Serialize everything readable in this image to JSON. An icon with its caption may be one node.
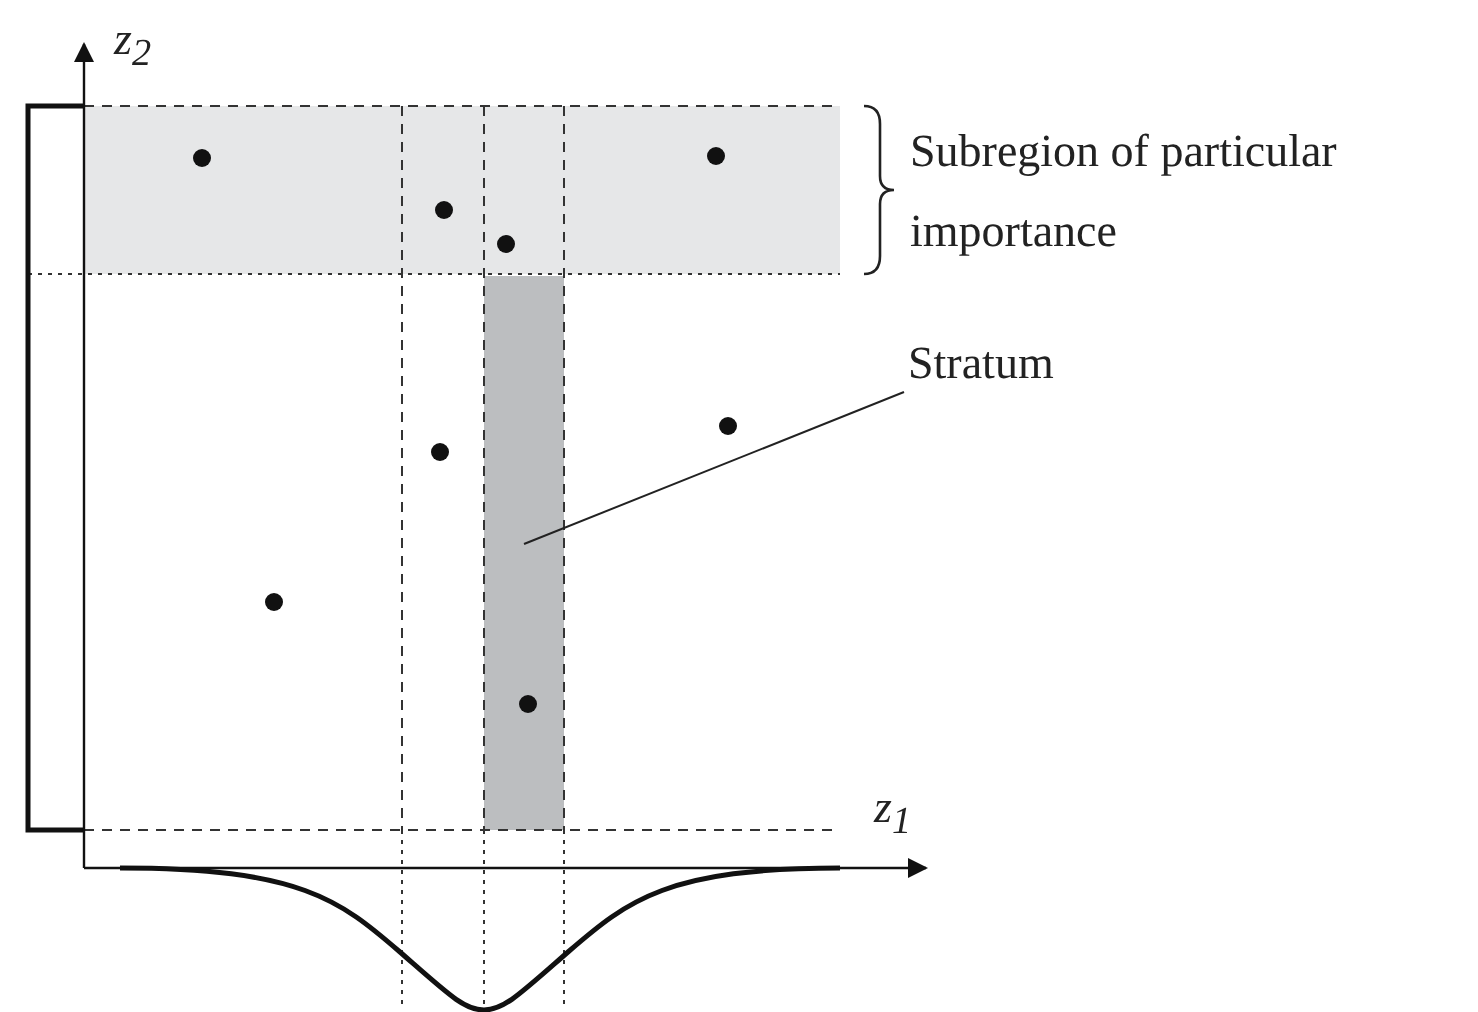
{
  "diagram": {
    "nodes": [
      {
        "text": [
          "Stratum"
        ]
      },
      {
        "text": [],
        "shape": "bar"
      }
    ],
    "edges": [
      {
        "from": 0,
        "to": 1,
        "arrow": "none"
      }
    ],
    "labels": [
      "z$_{2}$",
      "Subregion of particular importance",
      "z$_{1}$"
    ]
  }
}
